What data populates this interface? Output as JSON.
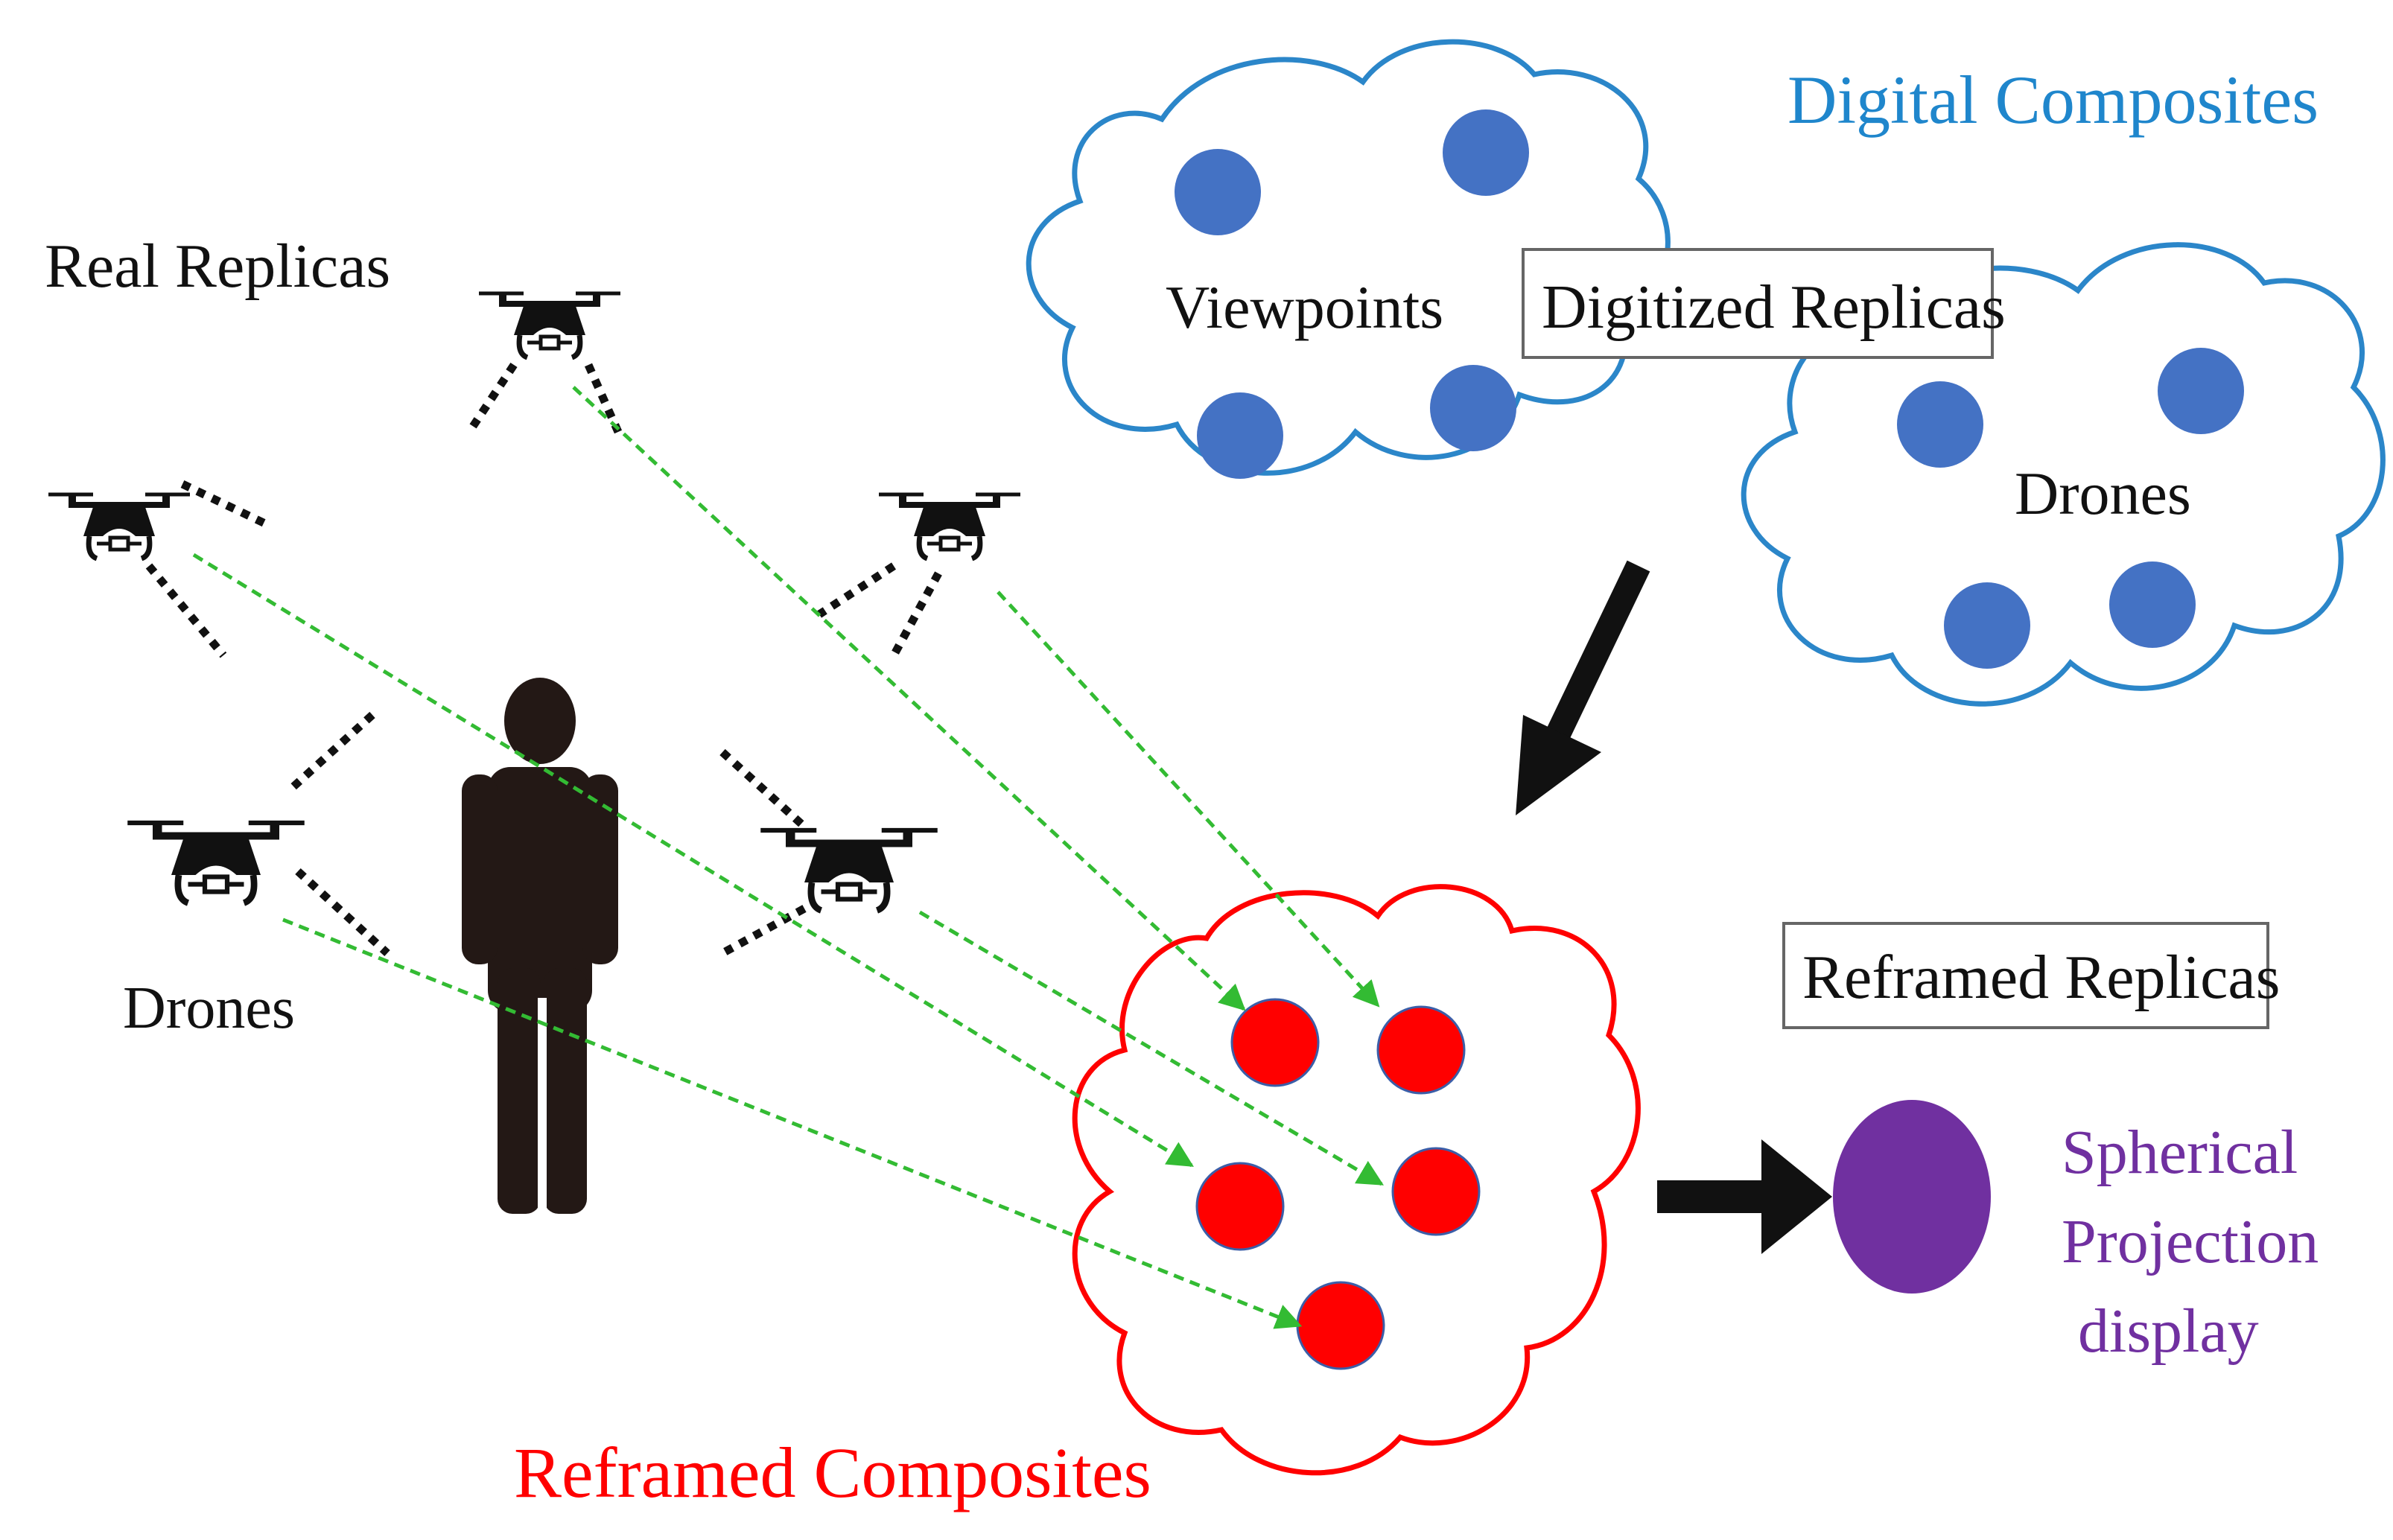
{
  "labels": {
    "real_replicas": "Real Replicas",
    "drones_left": "Drones",
    "digital_composites": "Digital Composites",
    "viewpoints": "Viewpoints",
    "digitized_replicas": "Digitized Replicas",
    "drones_right": "Drones",
    "reframed_replicas": "Reframed Replicas",
    "reframed_composites": "Reframed Composites",
    "spherical_line1": "Spherical",
    "spherical_line2": "Projection",
    "spherical_line3": "display"
  },
  "colors": {
    "text": "#111111",
    "digital_blue": "#1f86cc",
    "cloud_blue": "#2b86c9",
    "dot_blue": "#4472c4",
    "reframed_red": "#ff0000",
    "dashed_green": "#33bb33",
    "spherical_purple": "#7030a0",
    "figure": "#231815"
  },
  "icons": [
    "drone-icon",
    "person-icon",
    "arrow-icon"
  ]
}
